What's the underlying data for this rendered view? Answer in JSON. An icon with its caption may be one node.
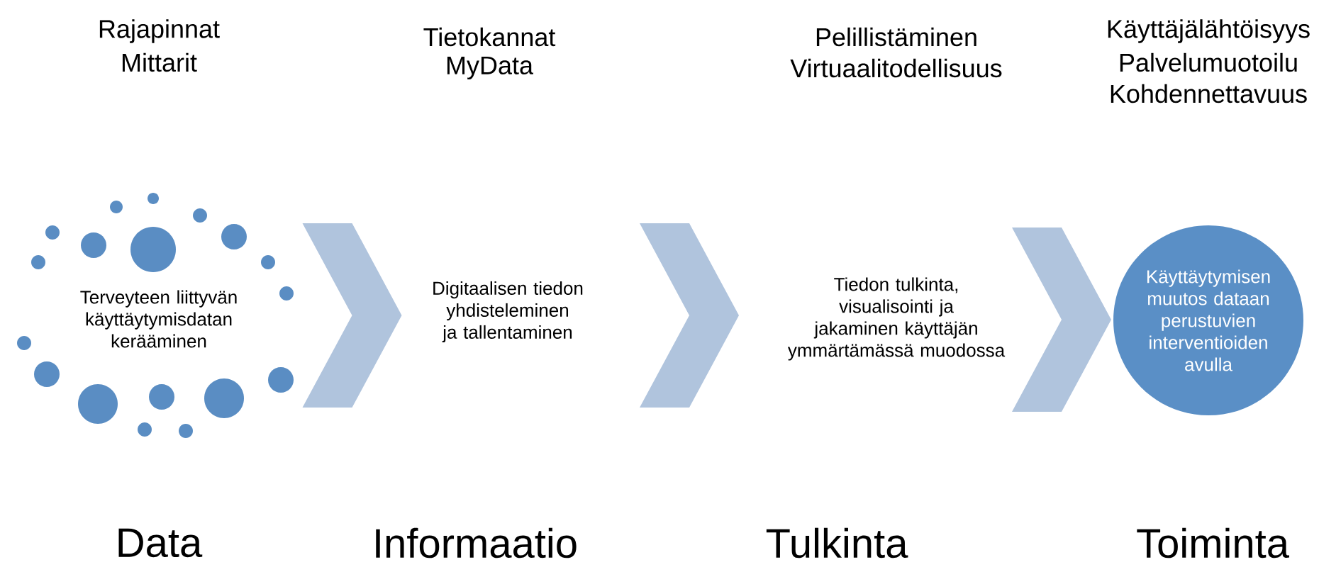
{
  "diagram": {
    "nodes": [
      {
        "text": [
          "Terveyteen liittyvän käyttäytymisdatan kerääminen"
        ]
      },
      {
        "text": [
          "Digitaalisen tiedon yhdisteleminen ja tallentaminen"
        ]
      },
      {
        "text": [
          "Tiedon tulkinta, visualisointi ja jakaminen käyttäjän ymmärtämässä muodossa"
        ]
      },
      {
        "text": [
          "Käyttäytymisen muutos dataan perustuvien interventioiden avulla"
        ]
      }
    ],
    "edges": [
      {
        "from": 0,
        "to": 1,
        "arrow": "to"
      },
      {
        "from": 1,
        "to": 2,
        "arrow": "to"
      },
      {
        "from": 2,
        "to": 3,
        "arrow": "to"
      }
    ],
    "labels": [
      "Rajapinnat",
      "Mittarit",
      "Tietokannat",
      "MyData",
      "Pelillistäminen",
      "Virtuaalitodellisuus",
      "Käyttäjälähtöisyys",
      "Palvelumuotoilu",
      "Kohdennettavuus",
      "Data",
      "Informaatio",
      "Tulkinta",
      "Toiminta"
    ]
  }
}
